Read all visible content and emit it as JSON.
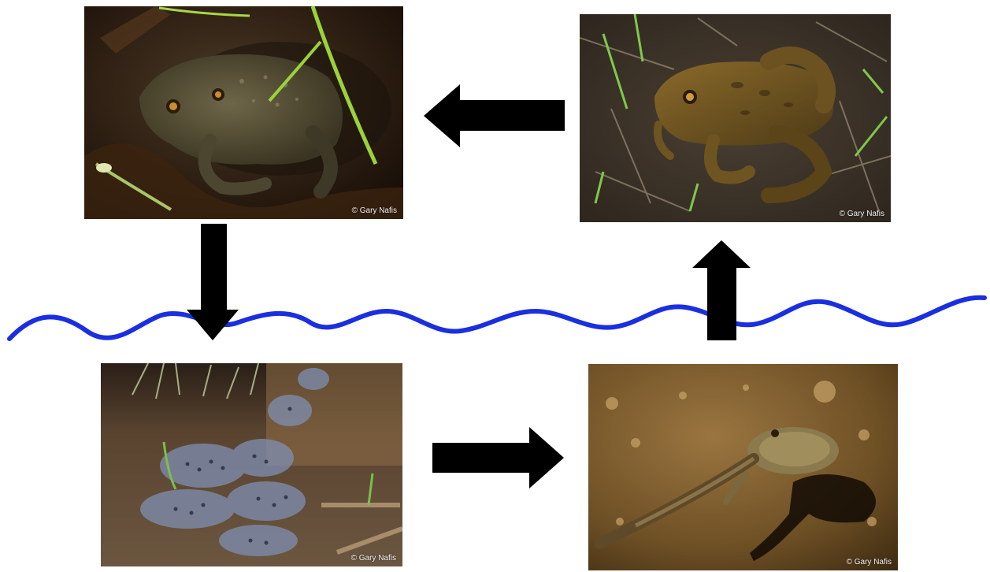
{
  "photos": {
    "adult_top_left": {
      "credit": "© Gary Nafis",
      "subject": "adult-frog-in-water"
    },
    "adult_top_right": {
      "credit": "© Gary Nafis",
      "subject": "juvenile-frog-on-ground"
    },
    "eggs": {
      "credit": "© Gary Nafis",
      "subject": "frog-egg-masses"
    },
    "tadpole": {
      "credit": "© Gary Nafis",
      "subject": "tadpole-with-legs"
    }
  },
  "colors": {
    "arrow": "#000000",
    "waterline": "#1a2fe0"
  },
  "icons": [
    "arrow-left-icon",
    "arrow-down-icon",
    "arrow-right-icon",
    "arrow-up-icon"
  ]
}
